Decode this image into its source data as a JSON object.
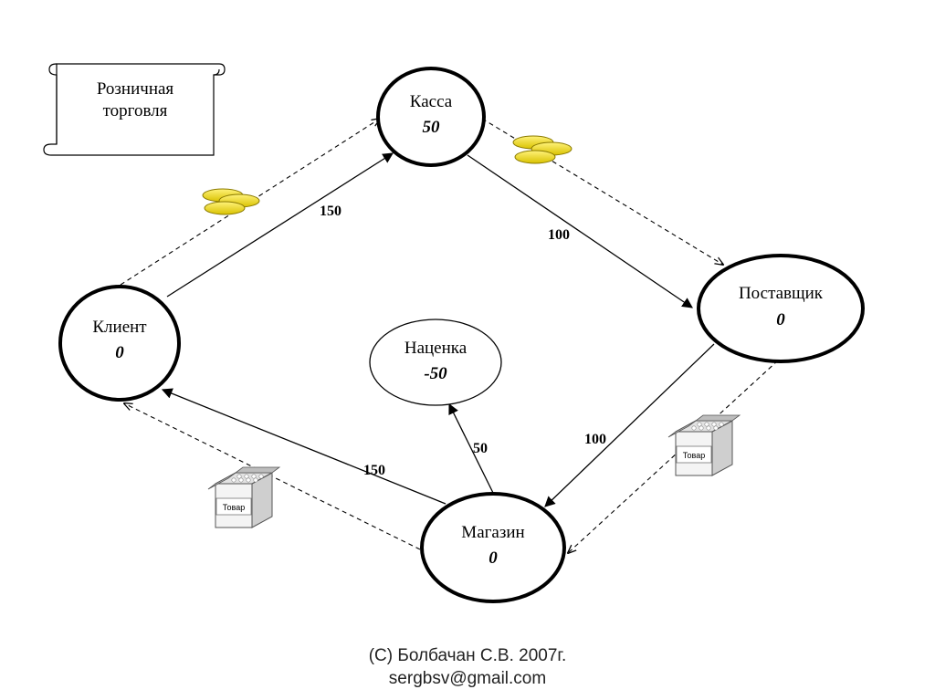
{
  "scroll": {
    "title": "Розничная торговля"
  },
  "nodes": {
    "kassa": {
      "label": "Касса",
      "value": "50"
    },
    "client": {
      "label": "Клиент",
      "value": "0"
    },
    "supplier": {
      "label": "Поставщик",
      "value": "0"
    },
    "shop": {
      "label": "Магазин",
      "value": "0"
    },
    "markup": {
      "label": "Наценка",
      "value": "-50"
    }
  },
  "flows": {
    "client_to_kassa": "150",
    "kassa_to_supplier": "100",
    "supplier_to_shop": "100",
    "shop_to_client": "150",
    "shop_to_markup": "50"
  },
  "goods": {
    "label": "Товар"
  },
  "footer": {
    "copyright": "(С) Болбачан  С.В. 2007г.",
    "email": "sergbsv@gmail.com"
  }
}
